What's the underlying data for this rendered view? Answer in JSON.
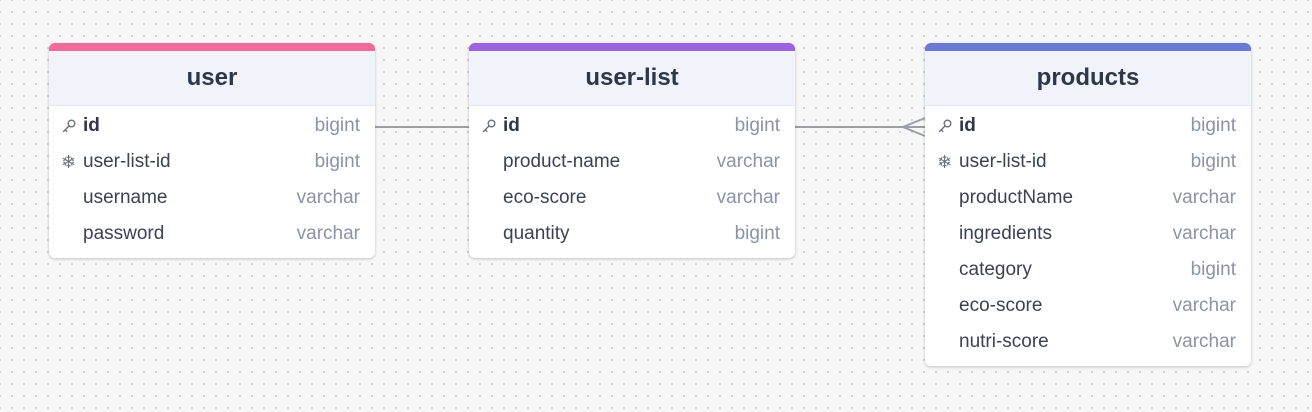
{
  "colors": {
    "user_accent": "#f06a9a",
    "user_list_accent": "#9b63e0",
    "products_accent": "#6a78d6",
    "connector": "#9aa0a6"
  },
  "tables": {
    "user": {
      "name": "user",
      "columns": [
        {
          "name": "id",
          "type": "bigint",
          "icon": "key-icon"
        },
        {
          "name": "user-list-id",
          "type": "bigint",
          "icon": "foreign-key-icon"
        },
        {
          "name": "username",
          "type": "varchar",
          "icon": ""
        },
        {
          "name": "password",
          "type": "varchar",
          "icon": ""
        }
      ]
    },
    "user_list": {
      "name": "user-list",
      "columns": [
        {
          "name": "id",
          "type": "bigint",
          "icon": "key-icon"
        },
        {
          "name": "product-name",
          "type": "varchar",
          "icon": ""
        },
        {
          "name": "eco-score",
          "type": "varchar",
          "icon": ""
        },
        {
          "name": "quantity",
          "type": "bigint",
          "icon": ""
        }
      ]
    },
    "products": {
      "name": "products",
      "columns": [
        {
          "name": "id",
          "type": "bigint",
          "icon": "key-icon"
        },
        {
          "name": "user-list-id",
          "type": "bigint",
          "icon": "foreign-key-icon"
        },
        {
          "name": "productName",
          "type": "varchar",
          "icon": ""
        },
        {
          "name": "ingredients",
          "type": "varchar",
          "icon": ""
        },
        {
          "name": "category",
          "type": "bigint",
          "icon": ""
        },
        {
          "name": "eco-score",
          "type": "varchar",
          "icon": ""
        },
        {
          "name": "nutri-score",
          "type": "varchar",
          "icon": ""
        }
      ]
    }
  },
  "relations": [
    {
      "from": "user.id",
      "to": "user-list.id",
      "cardinality": "one-to-one"
    },
    {
      "from": "user-list.id",
      "to": "products.id",
      "cardinality": "one-to-many"
    }
  ]
}
